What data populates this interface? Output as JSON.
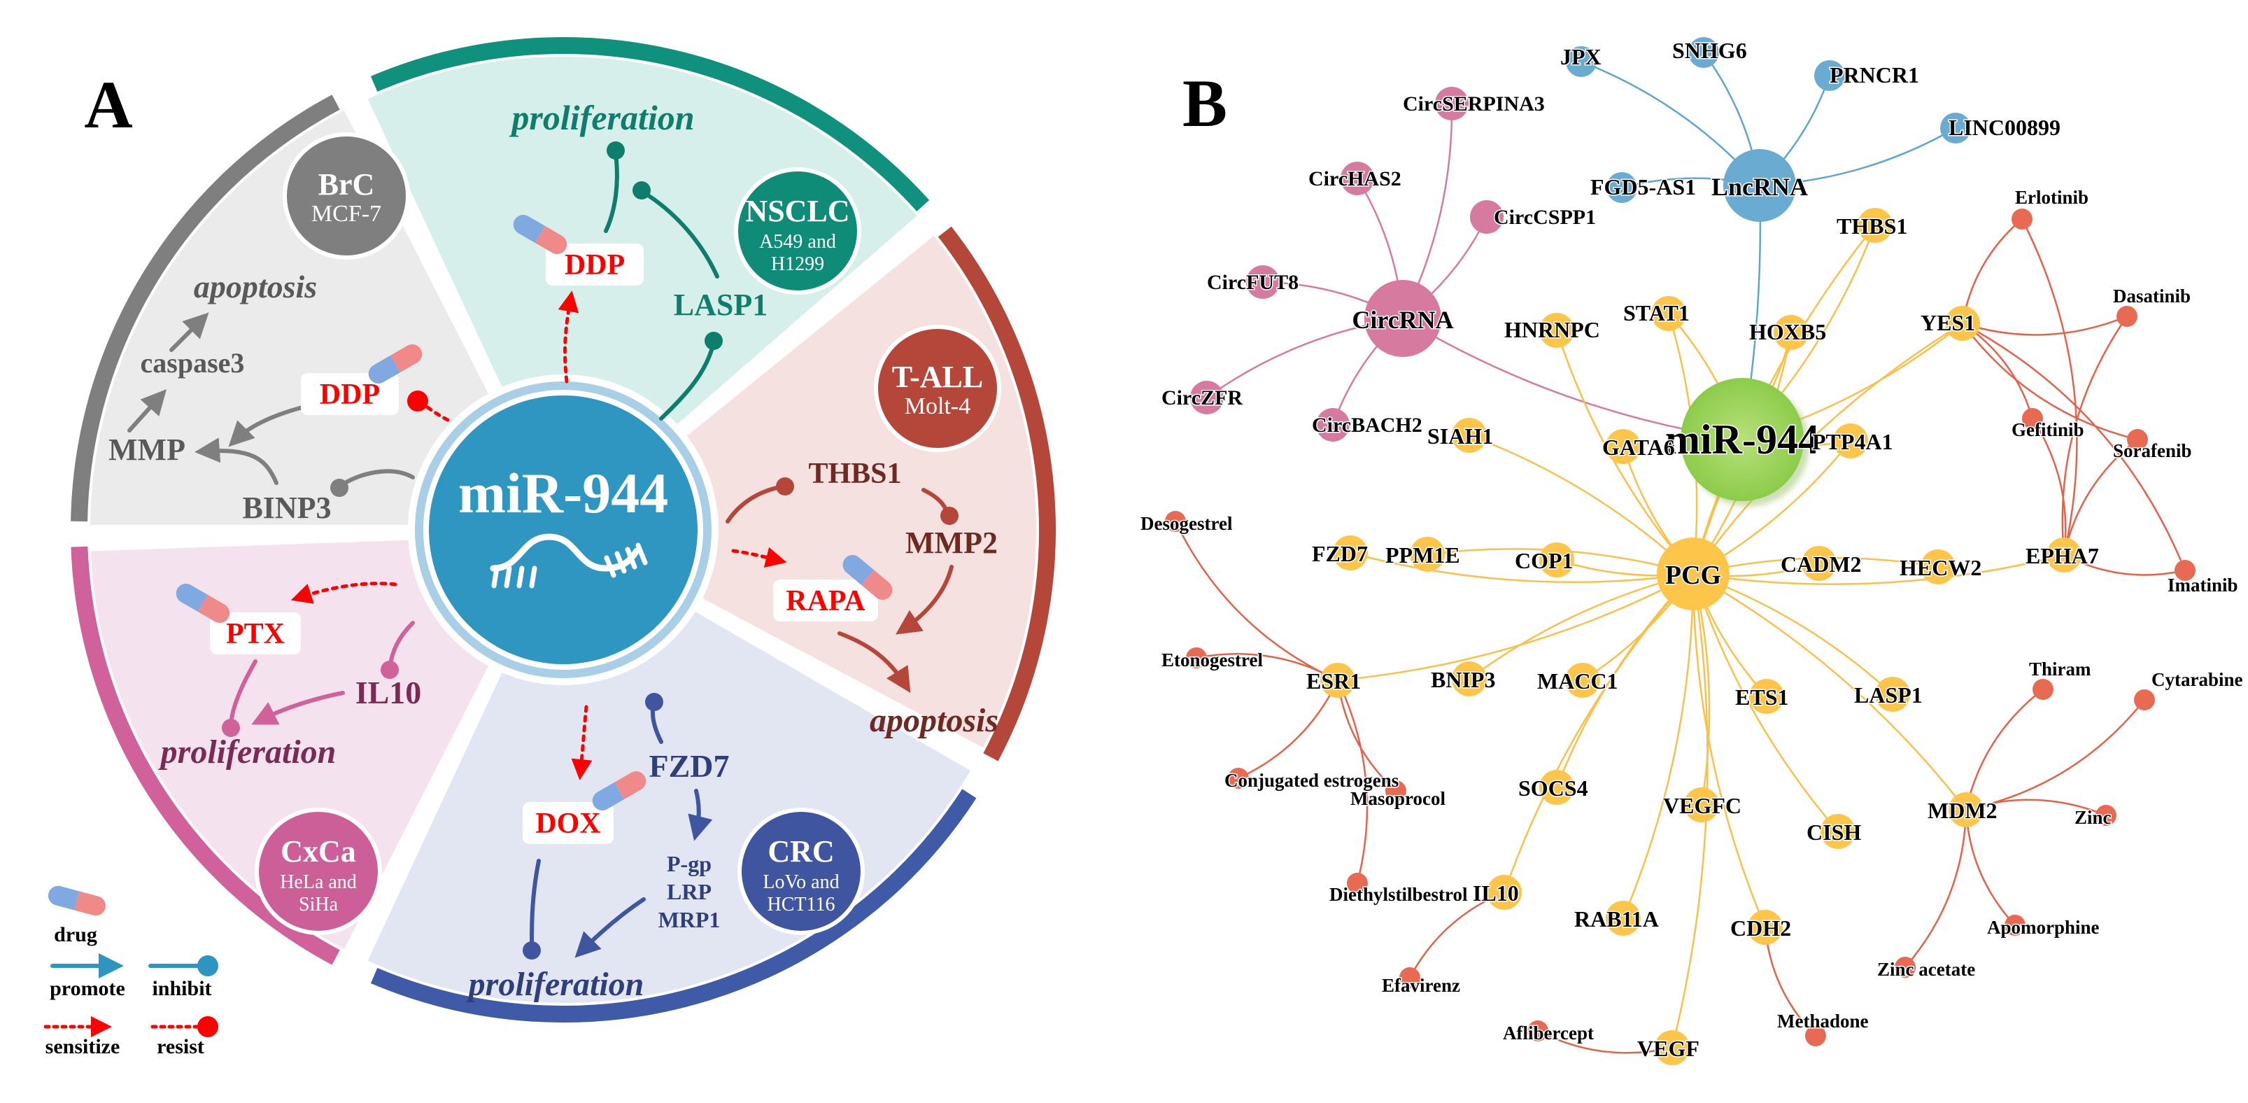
{
  "panel_a": {
    "letter": "A",
    "center": {
      "title": "miR-944"
    },
    "brc": {
      "badge_title": "BrC",
      "badge_sub": "MCF-7",
      "apoptosis": "apoptosis",
      "caspase3": "caspase3",
      "mmp": "MMP",
      "binp3": "BINP3",
      "drug": "DDP"
    },
    "nsclc": {
      "badge_title": "NSCLC",
      "badge_sub1": "A549 and",
      "badge_sub2": "H1299",
      "proliferation": "proliferation",
      "lasp1": "LASP1",
      "drug": "DDP"
    },
    "tall": {
      "badge_title": "T-ALL",
      "badge_sub": "Molt-4",
      "thbs1": "THBS1",
      "mmp2": "MMP2",
      "drug": "RAPA",
      "apoptosis": "apoptosis"
    },
    "crc": {
      "badge_title": "CRC",
      "badge_sub1": "LoVo and",
      "badge_sub2": "HCT116",
      "fzd7": "FZD7",
      "pgp": "P-gp",
      "lrp": "LRP",
      "mrp1": "MRP1",
      "drug": "DOX",
      "proliferation": "proliferation"
    },
    "cxca": {
      "badge_title": "CxCa",
      "badge_sub1": "HeLa and",
      "badge_sub2": "SiHa",
      "il10": "IL10",
      "drug": "PTX",
      "proliferation": "proliferation"
    },
    "legend": {
      "drug": "drug",
      "promote": "promote",
      "inhibit": "inhibit",
      "sensitize": "sensitize",
      "resist": "resist"
    }
  },
  "panel_b": {
    "letter": "B",
    "hub": "miR-944",
    "lncrna": "LncRNA",
    "circrna": "CircRNA",
    "pcg": "PCG",
    "lnc_nodes": [
      "JPX",
      "SNHG6",
      "PRNCR1",
      "LINC00899",
      "FGD5-AS1"
    ],
    "circ_nodes": [
      "CircSERPINA3",
      "CircHAS2",
      "CircCSPP1",
      "CircFUT8",
      "CircZFR",
      "CircBACH2"
    ],
    "genes": [
      "THBS1",
      "STAT1",
      "HNRNPC",
      "HOXB5",
      "YES1",
      "SIAH1",
      "GATA6",
      "PTP4A1",
      "FZD7",
      "PPM1E",
      "COP1",
      "CADM2",
      "HECW2",
      "EPHA7",
      "ESR1",
      "BNIP3",
      "MACC1",
      "ETS1",
      "LASP1",
      "SOCS4",
      "VEGFC",
      "CISH",
      "MDM2",
      "IL10",
      "RAB11A",
      "CDH2",
      "VEGF"
    ],
    "drugs": [
      "Erlotinib",
      "Dasatinib",
      "Gefitinib",
      "Sorafenib",
      "Imatinib",
      "Desogestrel",
      "Etonogestrel",
      "Conjugated estrogens",
      "Masoprocol",
      "Diethylstilbestrol",
      "Efavirenz",
      "Aflibercept",
      "Methadone",
      "Thiram",
      "Cytarabine",
      "Zinc",
      "Apomorphine",
      "Zinc acetate"
    ]
  }
}
